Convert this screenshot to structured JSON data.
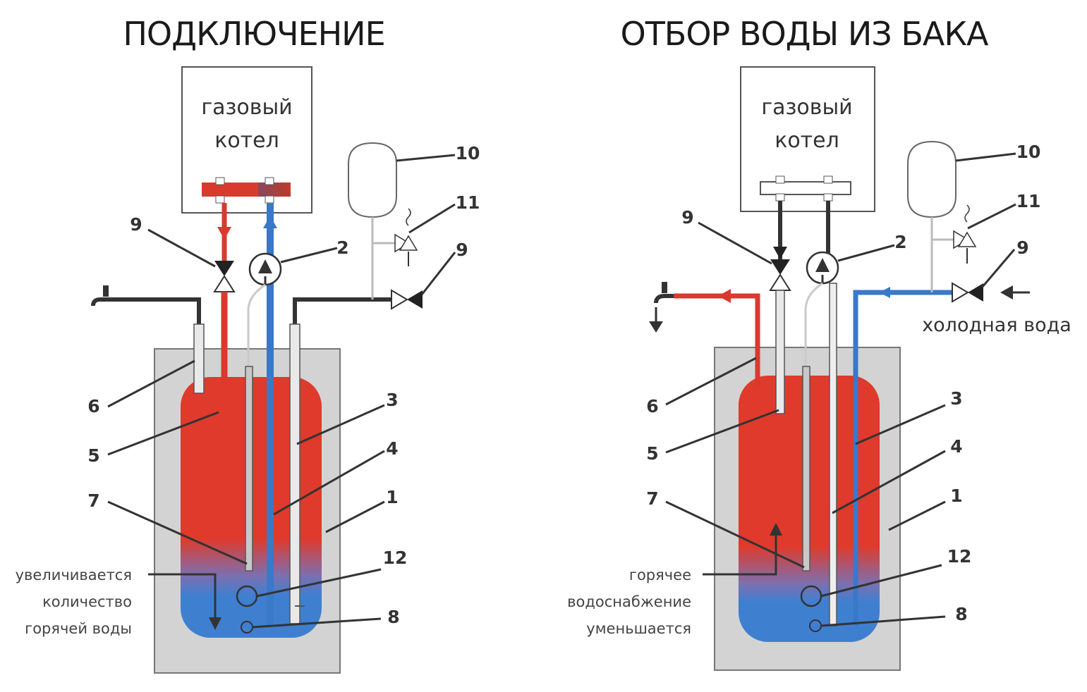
{
  "left_panel": {
    "title": "ПОДКЛЮЧЕНИЕ",
    "boiler": {
      "line1": "газовый",
      "line2": "котел"
    },
    "note": {
      "line1": "увеличивается",
      "line2": "количество",
      "line3": "горячей воды"
    },
    "labels": {
      "n1": "1",
      "n2": "2",
      "n3": "3",
      "n4": "4",
      "n5": "5",
      "n6": "6",
      "n7": "7",
      "n8": "8",
      "n9a": "9",
      "n9b": "9",
      "n10": "10",
      "n11": "11",
      "n12": "12"
    }
  },
  "right_panel": {
    "title": "ОТБОР ВОДЫ ИЗ БАКА",
    "boiler": {
      "line1": "газовый",
      "line2": "котел"
    },
    "note": {
      "line1": "горячее",
      "line2": "водоснабжение",
      "line3": "уменьшается"
    },
    "cold_water": "холодная вода",
    "labels": {
      "n1": "1",
      "n2": "2",
      "n3": "3",
      "n4": "4",
      "n5": "5",
      "n6": "6",
      "n7": "7",
      "n8": "8",
      "n9a": "9",
      "n9b": "9",
      "n10": "10",
      "n11": "11",
      "n12": "12"
    }
  },
  "colors": {
    "hot": "#e0322b",
    "cold": "#3a78c8",
    "casing": "#d3d3d3",
    "pipe_dark": "#333333"
  }
}
